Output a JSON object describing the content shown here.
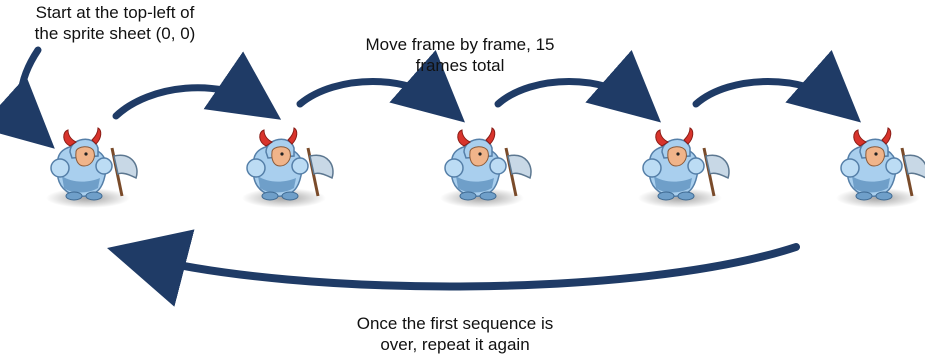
{
  "annotations": {
    "start": [
      "Start at the top-left of",
      "the sprite sheet (0, 0)"
    ],
    "move": [
      "Move frame by frame, 15",
      "frames total"
    ],
    "repeat": [
      "Once the first sequence is",
      "over, repeat it again"
    ]
  },
  "sprite_frames": [
    {
      "icon": "viking-warrior-sprite"
    },
    {
      "icon": "viking-warrior-sprite"
    },
    {
      "icon": "viking-warrior-sprite"
    },
    {
      "icon": "viking-warrior-sprite"
    },
    {
      "icon": "viking-warrior-sprite"
    }
  ],
  "colors": {
    "arrow": "#1f3b66",
    "armor": "#a9cfee",
    "armor_shade": "#6f9fc9",
    "skin": "#f0b48a",
    "horn": "#d8342c"
  }
}
